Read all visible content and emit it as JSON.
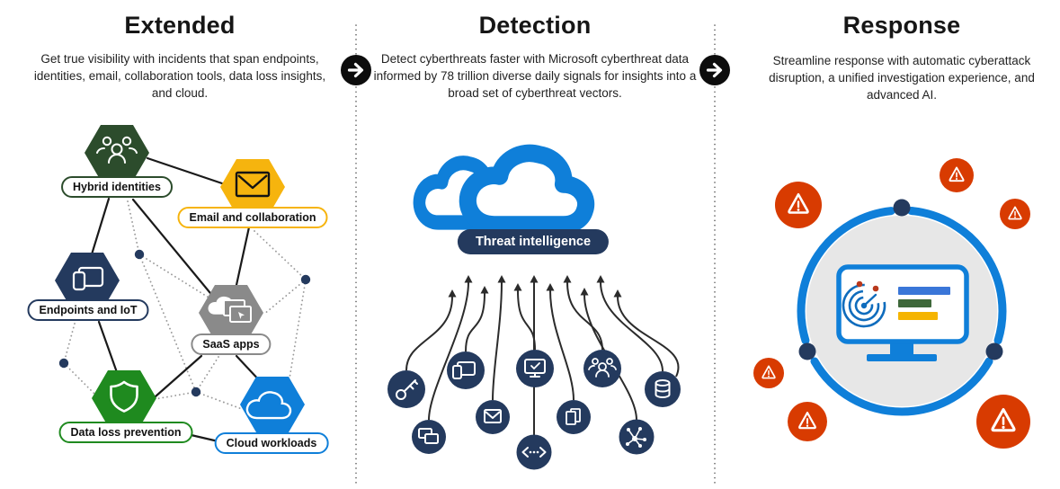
{
  "palette": {
    "blue": "#0f7fd9",
    "navy": "#243a5e",
    "dark_green": "#2c4c2c",
    "green": "#1f8a1f",
    "yellow": "#f6b40e",
    "gray": "#8a8a8a",
    "red_orange": "#d83b01",
    "ink": "#161616"
  },
  "icons": {
    "divider_arrow": "→",
    "warning": "⚠",
    "signal_sources": [
      "key-icon",
      "screen-share-icon",
      "devices-icon",
      "envelope-icon",
      "monitor-shield-icon",
      "code-icon",
      "documents-icon",
      "people-icon",
      "network-icon",
      "database-icon"
    ]
  },
  "columns": [
    {
      "title": "Extended",
      "description": "Get true visibility with incidents that span endpoints, identities, email, collaboration tools, data loss insights, and cloud.",
      "nodes": [
        {
          "label": "Hybrid identities",
          "icon": "people-icon",
          "color": "#2c4c2c"
        },
        {
          "label": "Email and collaboration",
          "icon": "envelope-icon",
          "color": "#f6b40e"
        },
        {
          "label": "Endpoints and IoT",
          "icon": "devices-icon",
          "color": "#243a5e"
        },
        {
          "label": "SaaS apps",
          "icon": "saas-cloud-icon",
          "color": "#8a8a8a"
        },
        {
          "label": "Data loss prevention",
          "icon": "shield-icon",
          "color": "#1f8a1f"
        },
        {
          "label": "Cloud workloads",
          "icon": "cloud-icon",
          "color": "#0f7fd9"
        }
      ]
    },
    {
      "title": "Detection",
      "description": "Detect cyberthreats faster with Microsoft cyberthreat data informed by 78 trillion diverse daily signals for insights into a broad set of cyberthreat vectors.",
      "badge": "Threat intelligence"
    },
    {
      "title": "Response",
      "description": "Streamline response with automatic cyberattack disruption, a unified investigation experience, and advanced AI."
    }
  ]
}
